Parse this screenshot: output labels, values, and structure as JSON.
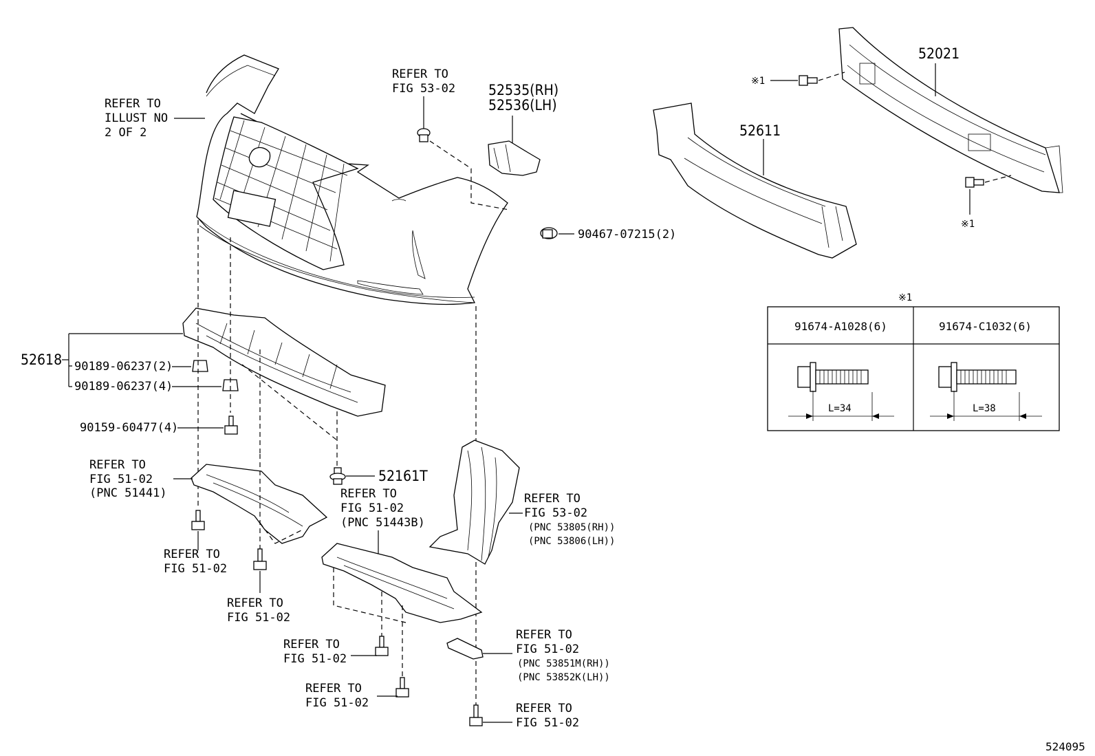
{
  "labels": {
    "illust_ref": [
      "REFER TO",
      "ILLUST NO",
      "2 OF 2"
    ],
    "ref_53_02_top": [
      "REFER TO",
      "FIG 53-02"
    ],
    "p52535": "52535(RH)",
    "p52536": "52536(LH)",
    "p90467": "90467-07215(2)",
    "p52611": "52611",
    "p52021": "52021",
    "mark1_top": "※1",
    "mark1_bottom": "※1",
    "mark1_table": "※1",
    "p52618": "52618",
    "p90189_a": "90189-06237(2)",
    "p90189_b": "90189-06237(4)",
    "p90159": "90159-60477(4)",
    "p52161t": "52161T",
    "ref_51441": [
      "REFER TO",
      "FIG 51-02",
      "(PNC 51441)"
    ],
    "ref_51443b": [
      "REFER TO",
      "FIG 51-02",
      "(PNC 51443B)"
    ],
    "ref_53805": [
      "REFER TO",
      "FIG 53-02",
      "(PNC 53805(RH))",
      "(PNC 53806(LH))"
    ],
    "ref_bolt1": [
      "REFER TO",
      "FIG 51-02"
    ],
    "ref_bolt2": [
      "REFER TO",
      "FIG 51-02"
    ],
    "ref_bolt3": [
      "REFER TO",
      "FIG 51-02"
    ],
    "ref_bolt4": [
      "REFER TO",
      "FIG 51-02"
    ],
    "ref_53851": [
      "REFER TO",
      "FIG 51-02",
      "(PNC 53851M(RH))",
      "(PNC 53852K(LH))"
    ],
    "ref_bolt5": [
      "REFER TO",
      "FIG 51-02"
    ],
    "diagram_id": "524095"
  },
  "table": {
    "col1_header": "91674-A1028(6)",
    "col2_header": "91674-C1032(6)",
    "col1_length": "L=34",
    "col2_length": "L=38"
  }
}
